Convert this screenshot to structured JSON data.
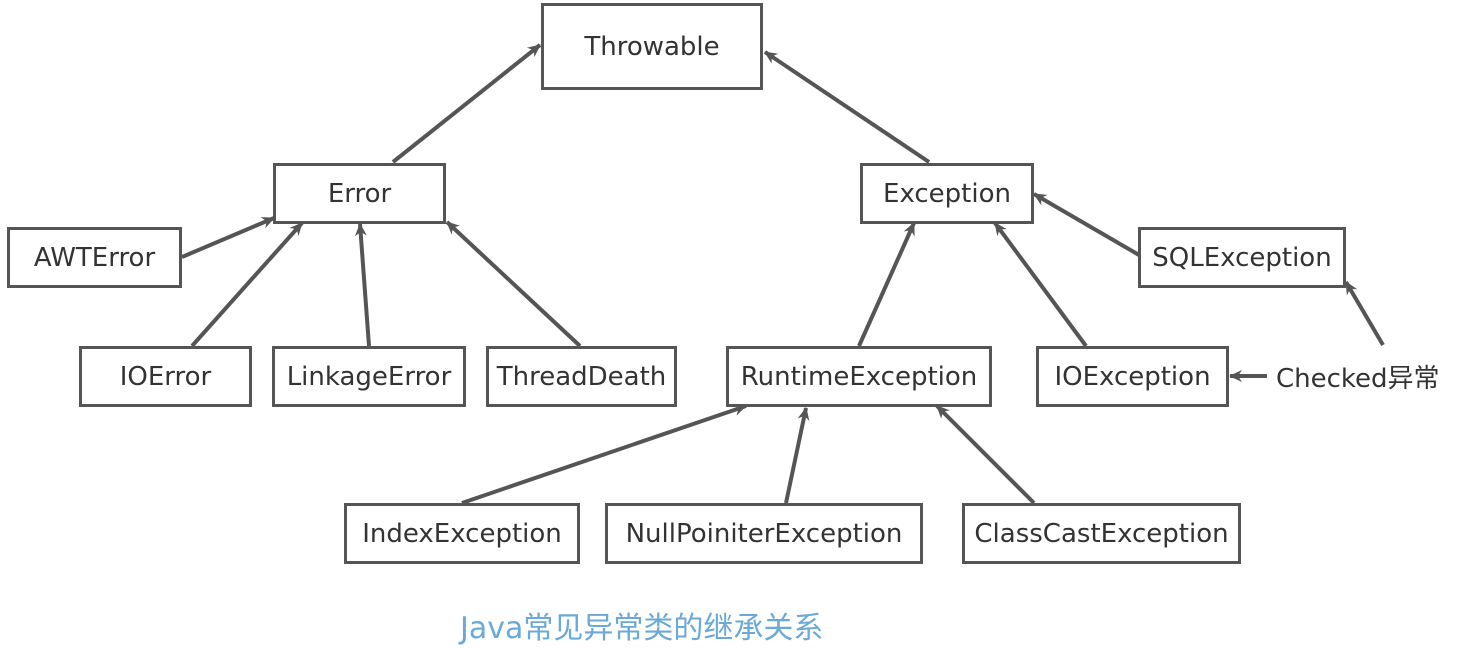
{
  "nodes": {
    "throwable": "Throwable",
    "error": "Error",
    "exception": "Exception",
    "awterror": "AWTError",
    "ioerror": "IOError",
    "linkageerror": "LinkageError",
    "threaddeath": "ThreadDeath",
    "runtimeexception": "RuntimeException",
    "ioexception": "IOException",
    "sqlexception": "SQLException",
    "indexexception": "IndexException",
    "nullpointerexception": "NullPoiniterException",
    "classcastexception": "ClassCastException"
  },
  "annotation": "Checked异常",
  "caption": "Java常见异常类的继承关系",
  "colors": {
    "stroke": "#555555",
    "text": "#333333",
    "caption": "#6aa9d8"
  }
}
